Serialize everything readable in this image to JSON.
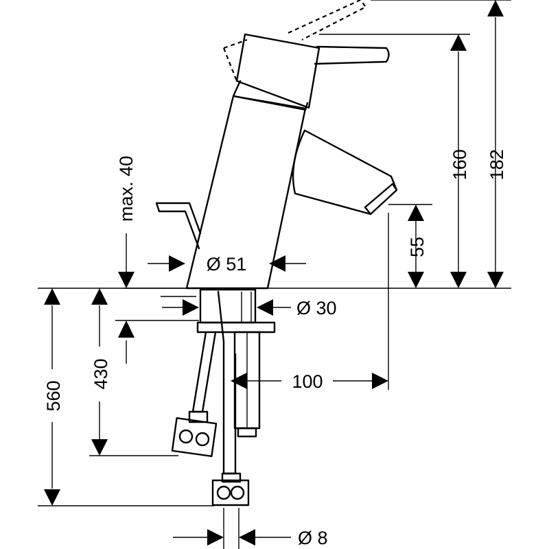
{
  "dimensions": {
    "height_total": "182",
    "height_spout": "160",
    "spout_clearance": "55",
    "max_thickness": "max. 40",
    "body_diameter": "Ø 51",
    "shank_diameter": "Ø 30",
    "projection": "100",
    "hose_430": "430",
    "hose_560": "560",
    "connection_diameter": "Ø 8"
  }
}
